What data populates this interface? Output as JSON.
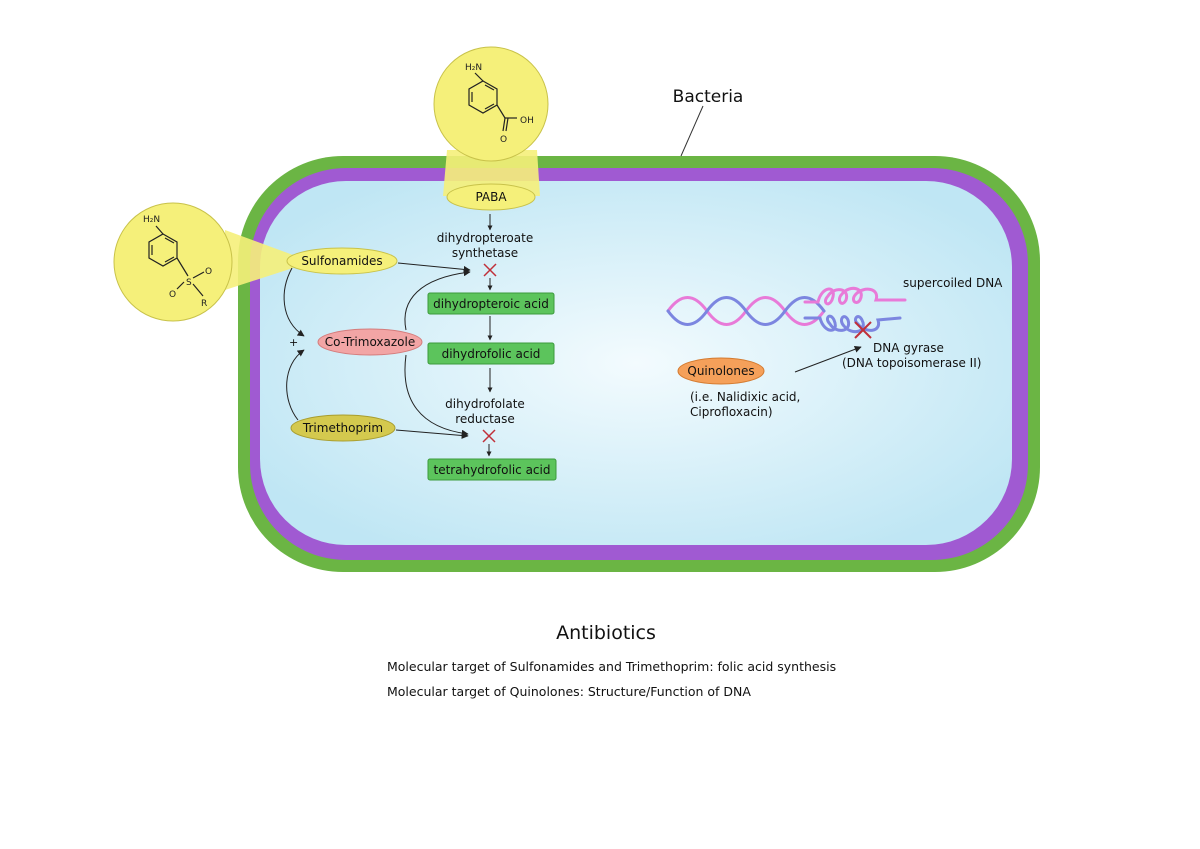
{
  "title": "Bacteria",
  "paba": {
    "label": "PABA",
    "chem": {
      "top": "H₂N",
      "right": "OH",
      "bottom": "O"
    }
  },
  "sulfonamide_chem": {
    "top": "H₂N",
    "left": "O",
    "mid": "S",
    "right": "O",
    "bottom": "R"
  },
  "drugs": {
    "sulfonamides": "Sulfonamides",
    "cotrimoxazole": "Co-Trimoxazole",
    "trimethoprim": "Trimethoprim",
    "quinolones": "Quinolones",
    "plus": "+"
  },
  "enzymes": {
    "dhps_line1": "dihydropteroate",
    "dhps_line2": "synthetase",
    "dhfr_line1": "dihydrofolate",
    "dhfr_line2": "reductase"
  },
  "metabolites": {
    "dihydropteroic": "dihydropteroic acid",
    "dihydrofolic": "dihydrofolic acid",
    "tetrahydrofolic": "tetrahydrofolic acid"
  },
  "dna": {
    "supercoiled": "supercoiled DNA",
    "gyrase_line1": "DNA gyrase",
    "gyrase_line2": "(DNA topoisomerase II)",
    "examples_line1": "(i.e. Nalidixic acid,",
    "examples_line2": "Ciprofloxacin)"
  },
  "captions": {
    "title": "Antibiotics",
    "line1": "Molecular target of Sulfonamides and Trimethoprim: folic acid synthesis",
    "line2": "Molecular target of Quinolones: Structure/Function of DNA"
  },
  "colors": {
    "cell_wall": "#6bb544",
    "membrane": "#a05ad2",
    "cytoplasm": "#d9f1f8",
    "callout": "#f5f07a",
    "metabolite_box": "#5cc45c",
    "quinolone": "#f5a05a",
    "cotrimoxazole": "#f2a5a5",
    "trimethoprim": "#d4c94e",
    "inhibit_x": "#c0303a",
    "dna_pink": "#e87ad8",
    "dna_blue": "#7c86e0"
  }
}
